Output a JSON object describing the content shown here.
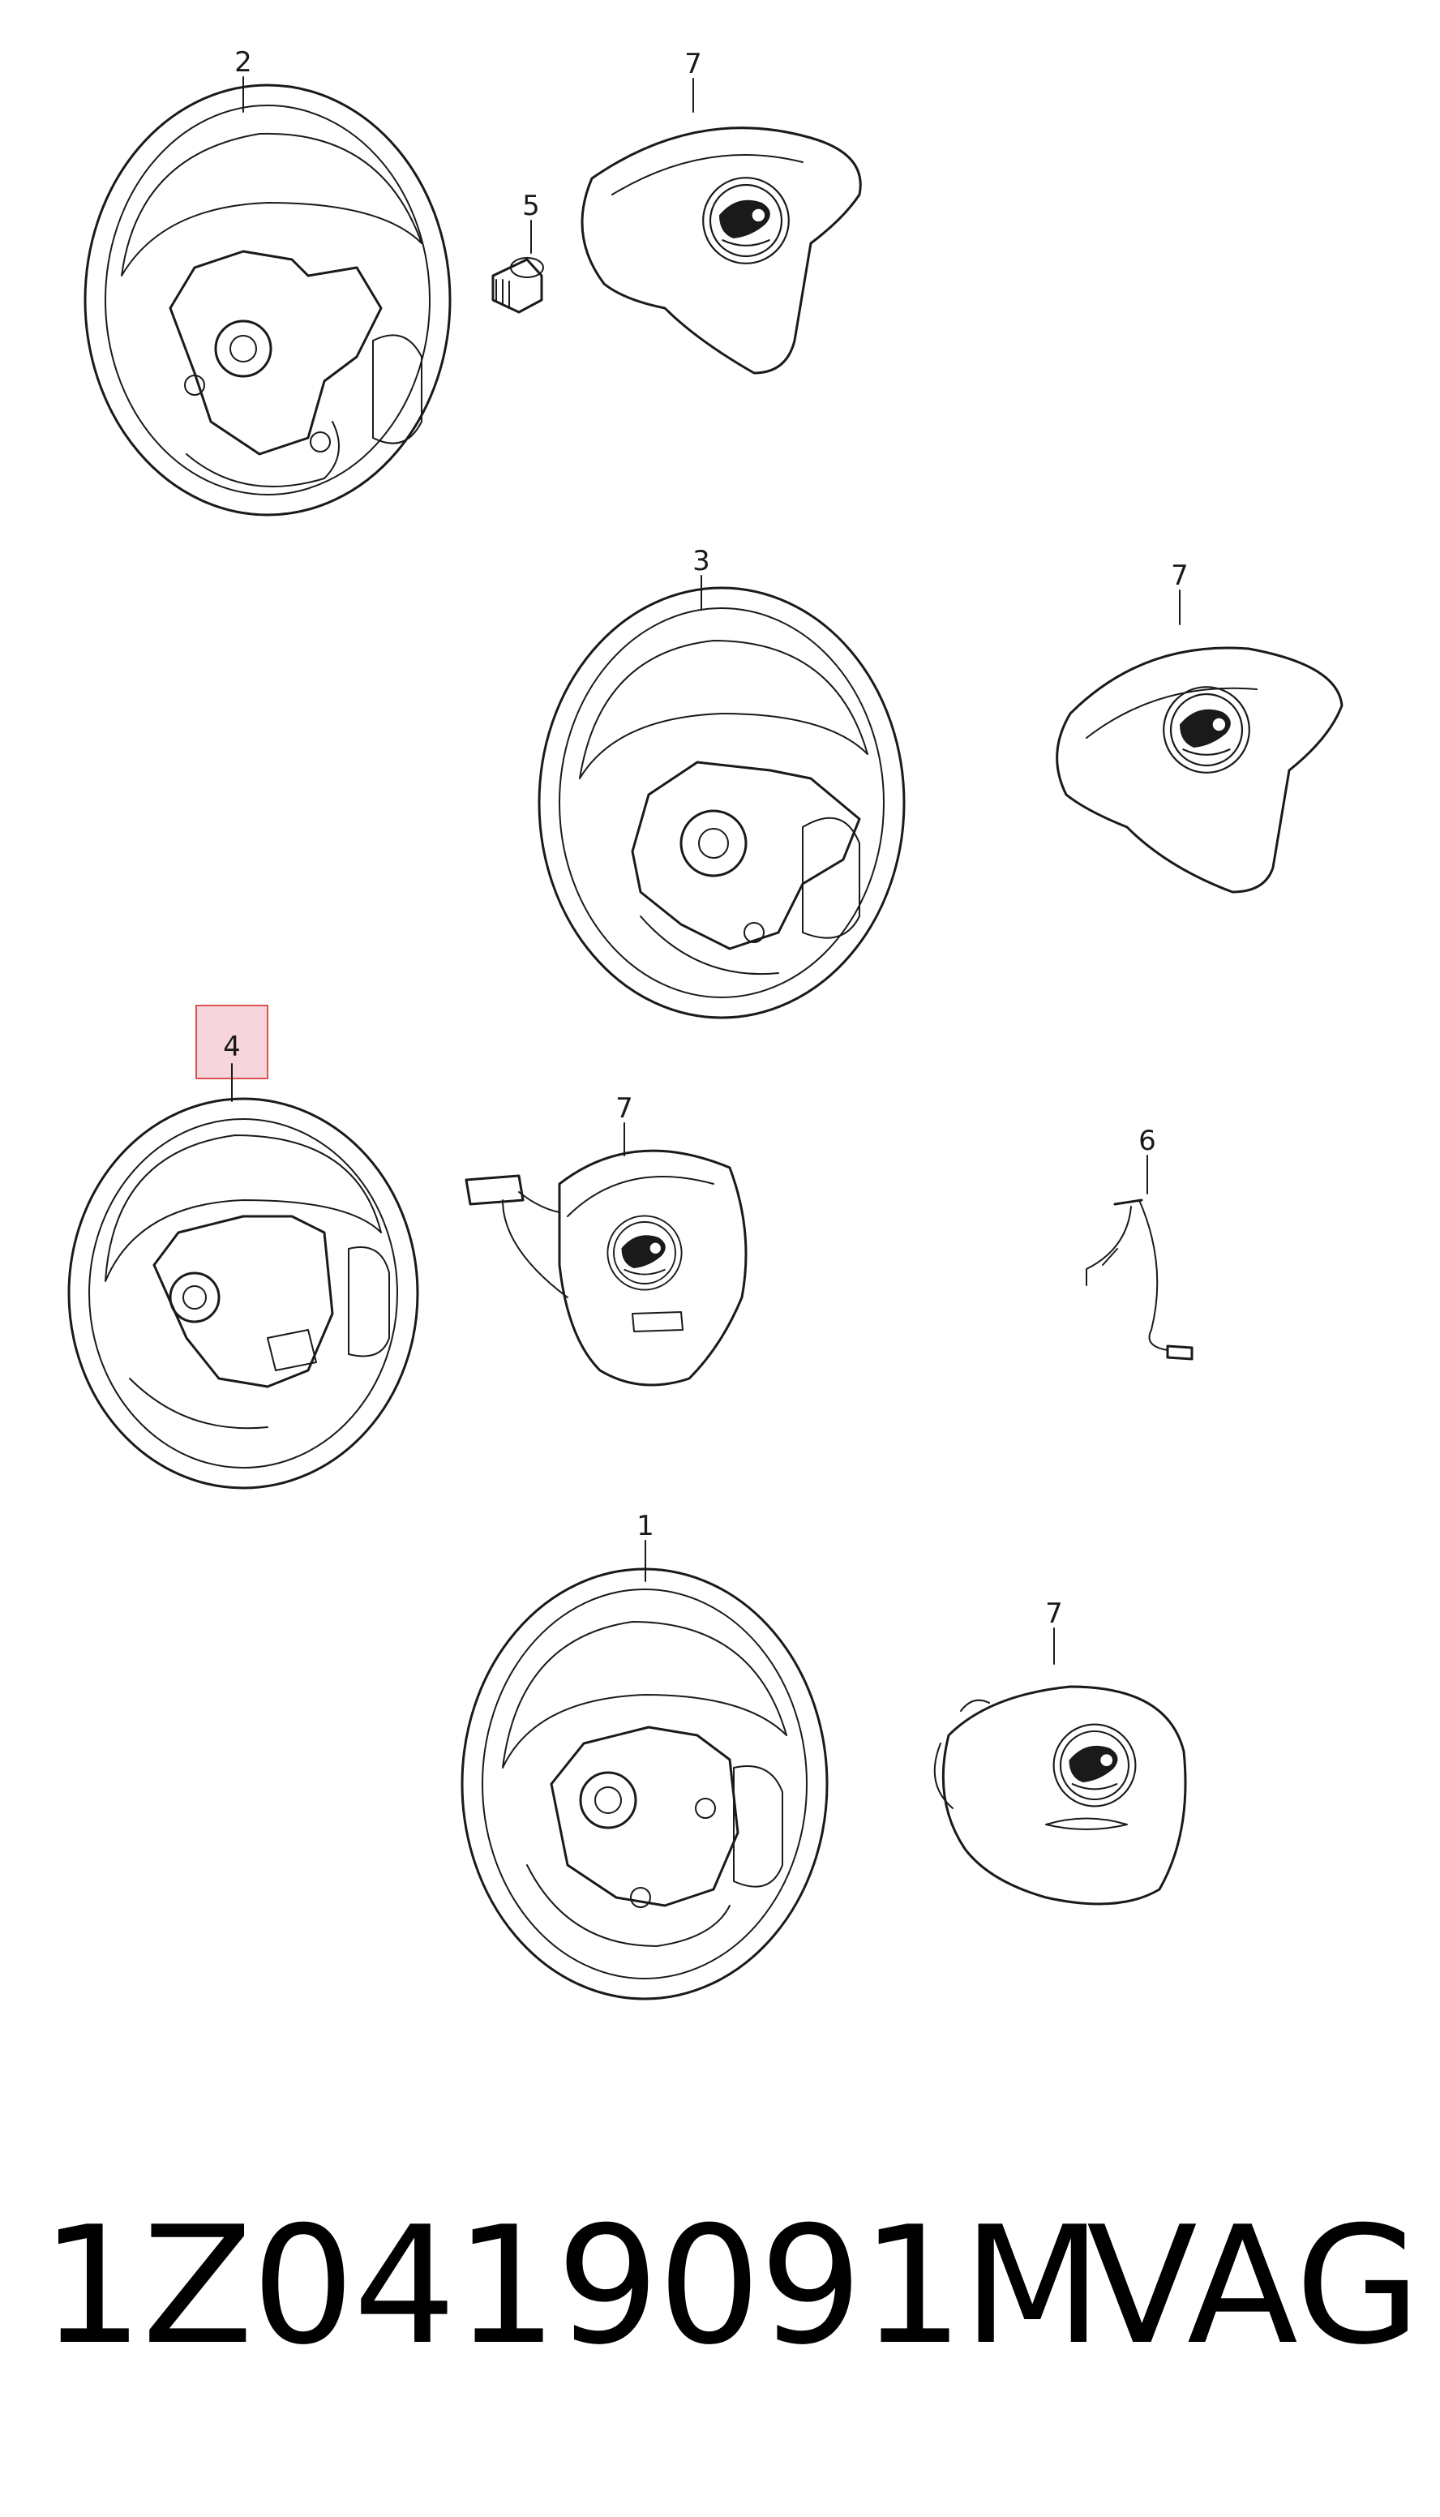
{
  "callouts": {
    "wheel_2": "2",
    "airbag_7a": "7",
    "bolt_5": "5",
    "wheel_3": "3",
    "airbag_7b": "7",
    "wheel_4": "4",
    "airbag_7c": "7",
    "harness_6": "6",
    "wheel_1": "1",
    "airbag_7d": "7"
  },
  "highlight": {
    "callout": "4",
    "fill": "#f6d6dc",
    "border": "#d9534f"
  },
  "footer": {
    "part_number": "1Z0419091M",
    "brand": "VAG"
  }
}
